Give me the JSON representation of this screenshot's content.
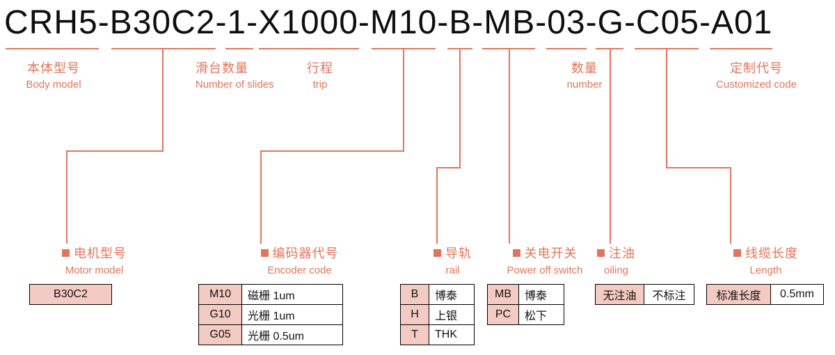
{
  "title": "CRH5-B30C2-1-X1000-M10-B-MB-03-G-C05-A01",
  "colors": {
    "accent": "#E0755B",
    "cell_bg": "#F4CBC2"
  },
  "top_labels": {
    "body_model": {
      "zh": "本体型号",
      "en": "Body model"
    },
    "slides": {
      "zh": "滑台数量",
      "en": "Number of slides"
    },
    "trip": {
      "zh": "行程",
      "en": "trip"
    },
    "number": {
      "zh": "数量",
      "en": "number"
    },
    "customized": {
      "zh": "定制代号",
      "en": "Customized code"
    }
  },
  "bottom_labels": {
    "motor": {
      "zh": "电机型号",
      "en": "Motor model"
    },
    "encoder": {
      "zh": "编码器代号",
      "en": "Encoder code"
    },
    "rail": {
      "zh": "导轨",
      "en": "rail"
    },
    "power": {
      "zh": "关电开关",
      "en": "Power off switch"
    },
    "oiling": {
      "zh": "注油",
      "en": "oiling"
    },
    "length": {
      "zh": "线缆长度",
      "en": "Length"
    }
  },
  "tables": {
    "motor": {
      "rows": [
        {
          "code": "B30C2"
        }
      ]
    },
    "encoder": {
      "rows": [
        {
          "code": "M10",
          "desc": "磁栅 1um"
        },
        {
          "code": "G10",
          "desc": "光栅 1um"
        },
        {
          "code": "G05",
          "desc": "光栅 0.5um"
        }
      ]
    },
    "rail": {
      "rows": [
        {
          "code": "B",
          "desc": "博泰"
        },
        {
          "code": "H",
          "desc": "上银"
        },
        {
          "code": "T",
          "desc": "THK"
        }
      ]
    },
    "power": {
      "rows": [
        {
          "code": "MB",
          "desc": "博泰"
        },
        {
          "code": "PC",
          "desc": "松下"
        }
      ]
    },
    "oiling": {
      "rows": [
        {
          "code": "无注油",
          "desc": "不标注"
        }
      ]
    },
    "length": {
      "rows": [
        {
          "code": "标准长度",
          "desc": "0.5mm"
        }
      ]
    }
  }
}
